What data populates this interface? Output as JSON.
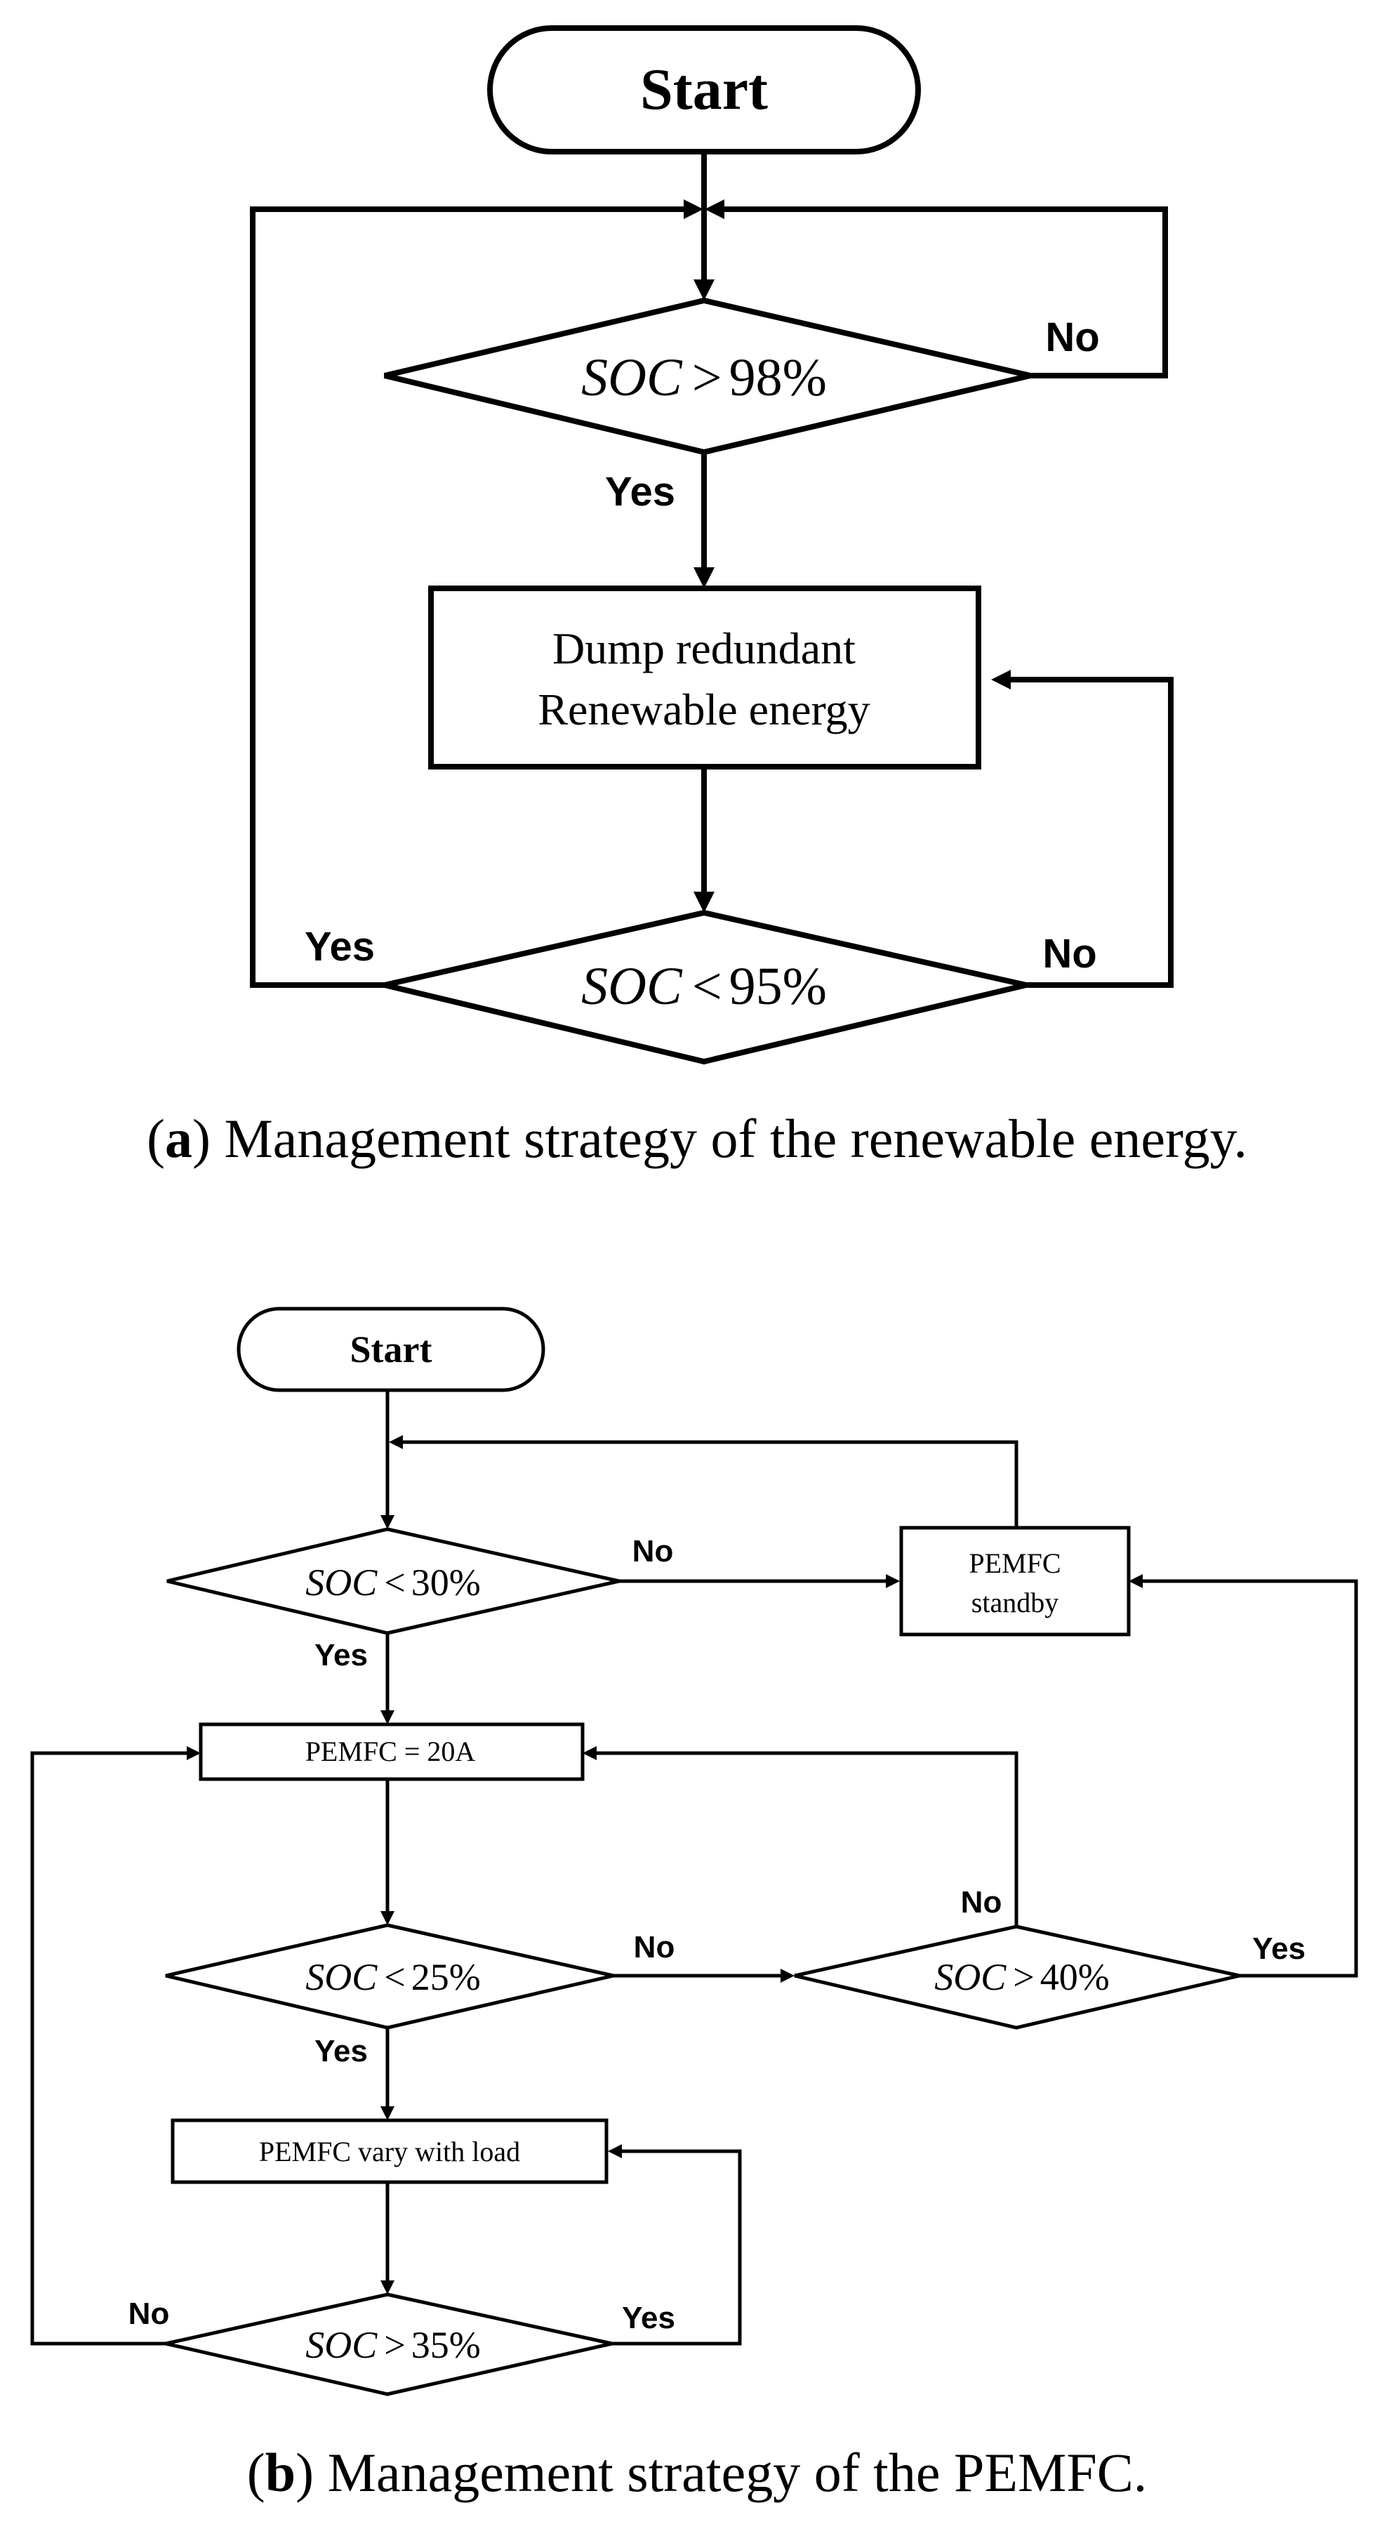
{
  "diagram_a": {
    "start_label": "Start",
    "decision1": {
      "var": "SOC",
      "op": ">",
      "value": "98%"
    },
    "decision1_no": "No",
    "decision1_yes": "Yes",
    "process1_line1": "Dump redundant",
    "process1_line2": "Renewable energy",
    "decision2": {
      "var": "SOC",
      "op": "<",
      "value": "95%"
    },
    "decision2_yes": "Yes",
    "decision2_no": "No",
    "caption_letter": "a",
    "caption_text": " Management strategy of the renewable energy."
  },
  "diagram_b": {
    "start_label": "Start",
    "d1": {
      "var": "SOC",
      "op": "<",
      "value": "30%"
    },
    "d1_no": "No",
    "d1_yes": "Yes",
    "standby_line1": "PEMFC",
    "standby_line2": "standby",
    "pemfc_20a": "PEMFC = 20A",
    "d2": {
      "var": "SOC",
      "op": "<",
      "value": "25%"
    },
    "d2_no": "No",
    "d2_yes": "Yes",
    "d3": {
      "var": "SOC",
      "op": ">",
      "value": "40%"
    },
    "d3_no": "No",
    "d3_yes": "Yes",
    "vary_load": "PEMFC vary with load",
    "d4": {
      "var": "SOC",
      "op": ">",
      "value": "35%"
    },
    "d4_no": "No",
    "d4_yes": "Yes",
    "caption_letter": "b",
    "caption_text": " Management strategy of the PEMFC."
  }
}
